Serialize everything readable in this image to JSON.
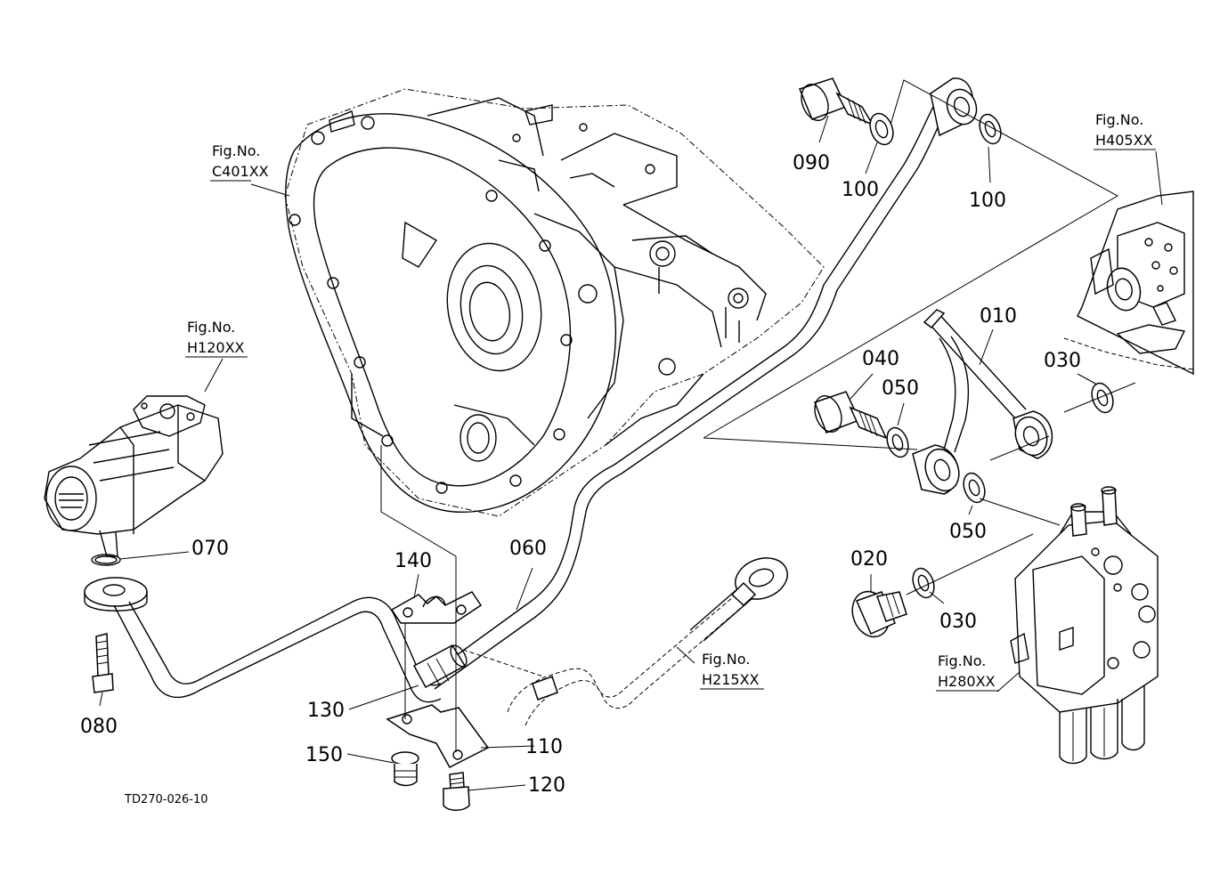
{
  "figure_code": "TD270-026-10",
  "references": [
    {
      "id": "ref-c401",
      "caption": "Fig.No.",
      "code": "C401XX"
    },
    {
      "id": "ref-h120",
      "caption": "Fig.No.",
      "code": "H120XX"
    },
    {
      "id": "ref-h405",
      "caption": "Fig.No.",
      "code": "H405XX"
    },
    {
      "id": "ref-h215",
      "caption": "Fig.No.",
      "code": "H215XX"
    },
    {
      "id": "ref-h280",
      "caption": "Fig.No.",
      "code": "H280XX"
    }
  ],
  "parts": [
    {
      "id": "p090",
      "label": "090"
    },
    {
      "id": "p100a",
      "label": "100"
    },
    {
      "id": "p100b",
      "label": "100"
    },
    {
      "id": "p010",
      "label": "010"
    },
    {
      "id": "p040",
      "label": "040"
    },
    {
      "id": "p050a",
      "label": "050"
    },
    {
      "id": "p030a",
      "label": "030"
    },
    {
      "id": "p050b",
      "label": "050"
    },
    {
      "id": "p020",
      "label": "020"
    },
    {
      "id": "p030b",
      "label": "030"
    },
    {
      "id": "p070",
      "label": "070"
    },
    {
      "id": "p080",
      "label": "080"
    },
    {
      "id": "p140",
      "label": "140"
    },
    {
      "id": "p060",
      "label": "060"
    },
    {
      "id": "p130",
      "label": "130"
    },
    {
      "id": "p110",
      "label": "110"
    },
    {
      "id": "p150",
      "label": "150"
    },
    {
      "id": "p120",
      "label": "120"
    }
  ]
}
